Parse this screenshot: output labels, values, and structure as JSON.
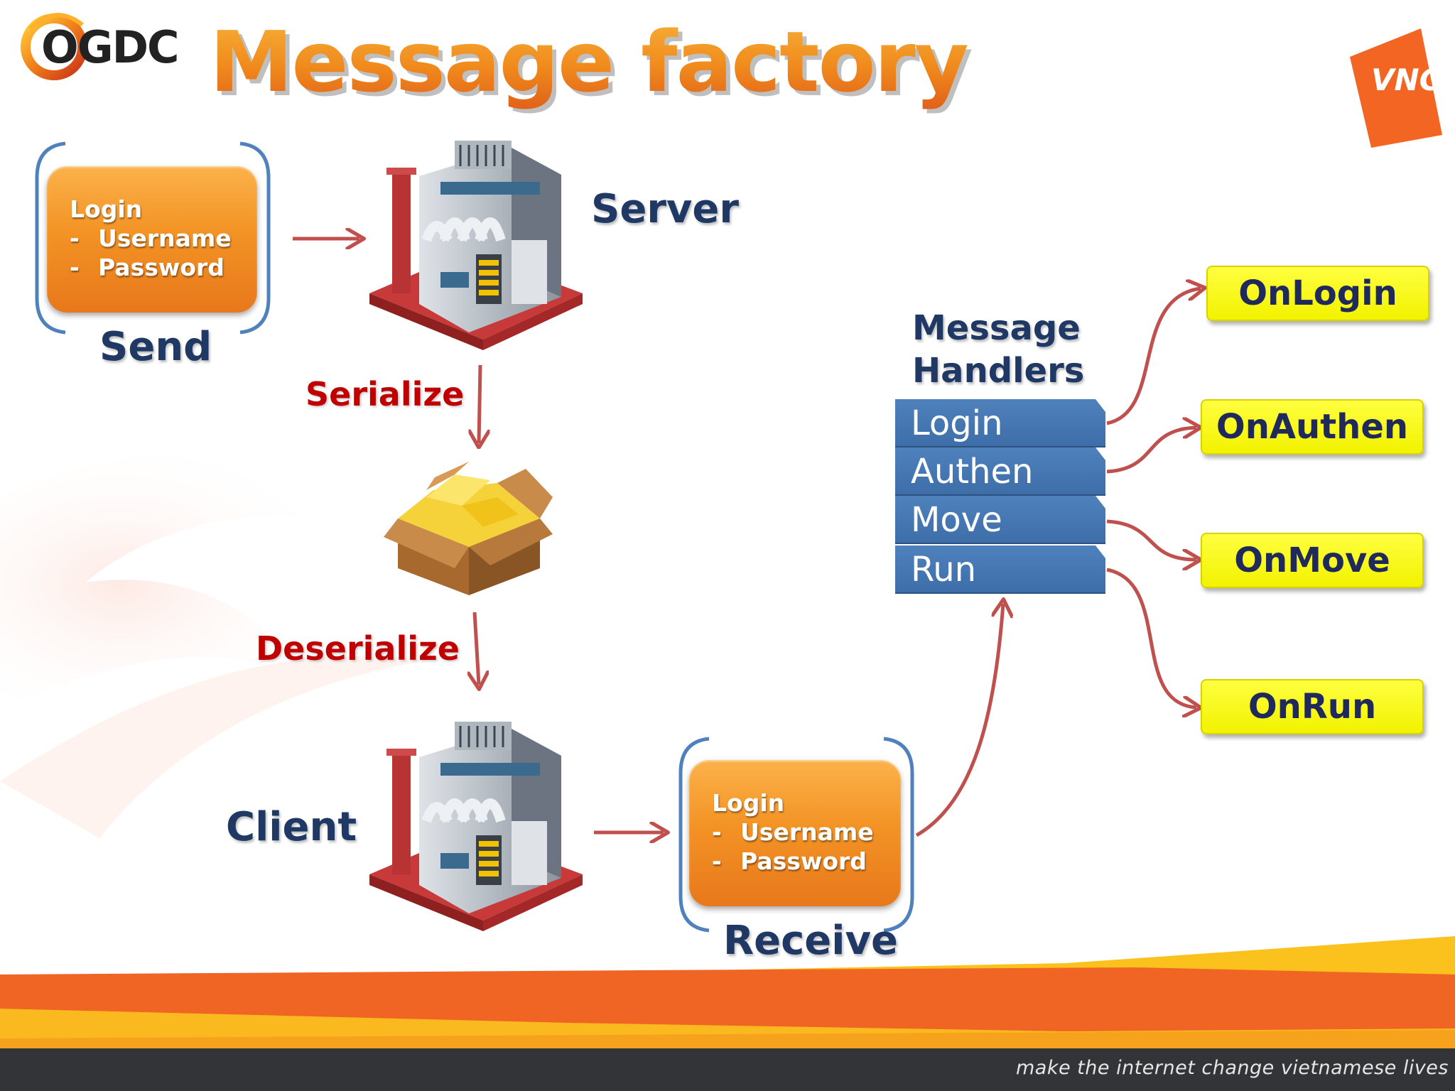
{
  "title": "Message factory",
  "logos": {
    "left": "OGDC",
    "right": "VNG"
  },
  "send_card": {
    "heading": "Login",
    "bullet": "-",
    "fields": [
      "Username",
      "Password"
    ],
    "caption": "Send"
  },
  "server_label": "Server",
  "serialize_label": "Serialize",
  "deserialize_label": "Deserialize",
  "client_label": "Client",
  "receive_card": {
    "heading": "Login",
    "bullet": "-",
    "fields": [
      "Username",
      "Password"
    ],
    "caption": "Receive"
  },
  "handlers": {
    "heading_line1": "Message",
    "heading_line2": "Handlers",
    "items": [
      "Login",
      "Authen",
      "Move",
      "Run"
    ]
  },
  "callbacks": [
    "OnLogin",
    "OnAuthen",
    "OnMove",
    "OnRun"
  ],
  "footer": "make the internet change vietnamese lives",
  "colors": {
    "title": "#f08a1c",
    "arrow": "#c0504d",
    "handler": "#4f81bd",
    "callback": "#ffff00",
    "label": "#1f3864",
    "red_label": "#c00000",
    "frame": "#4f81bd"
  }
}
